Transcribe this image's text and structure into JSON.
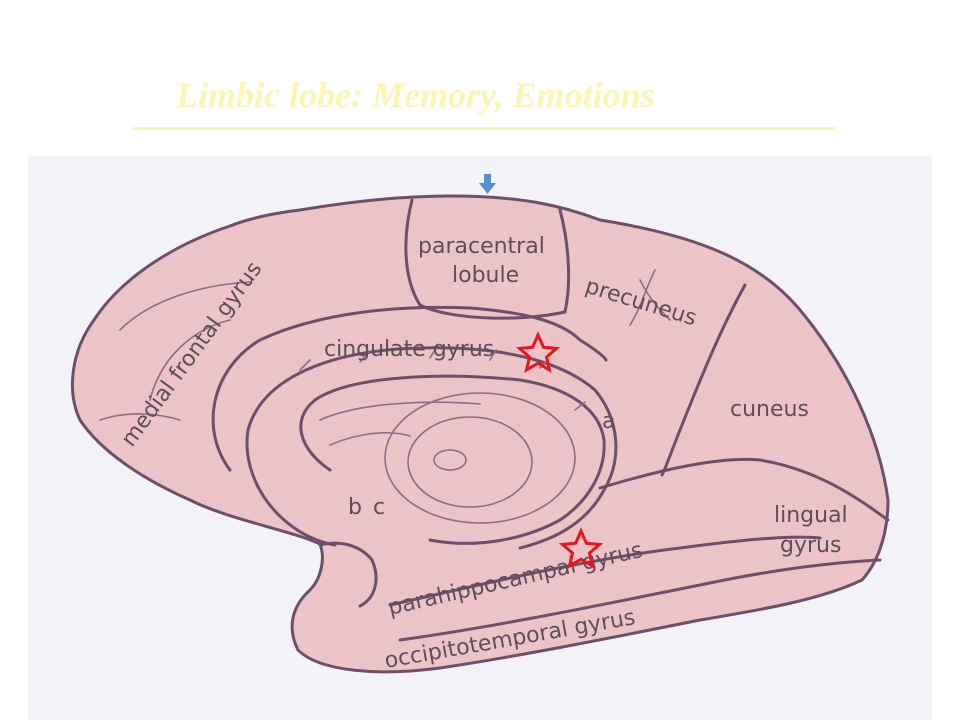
{
  "title": "Limbic lobe: Memory, Emotions",
  "labels": {
    "paracentral_line1": "paracentral",
    "paracentral_line2": "lobule",
    "precuneus": "precuneus",
    "cingulate": "cingulate gyrus",
    "medial_frontal": "medial frontal gyrus",
    "cuneus": "cuneus",
    "a": "a",
    "b": "b",
    "c": "c",
    "lingual_line1": "lingual",
    "lingual_line2": "gyrus",
    "parahippocampal": "parahippocampal gyrus",
    "occipitotemporal": "occipitotemporal gyrus"
  },
  "markers": {
    "star_count": 2,
    "star_color": "#e8141e",
    "arrow_color": "#5a8fd3"
  },
  "colors": {
    "brain_fill": "#ecc4c8",
    "outline": "#6e4f6a",
    "title": "#fbf6b4",
    "panel": "#f3f2f6"
  }
}
